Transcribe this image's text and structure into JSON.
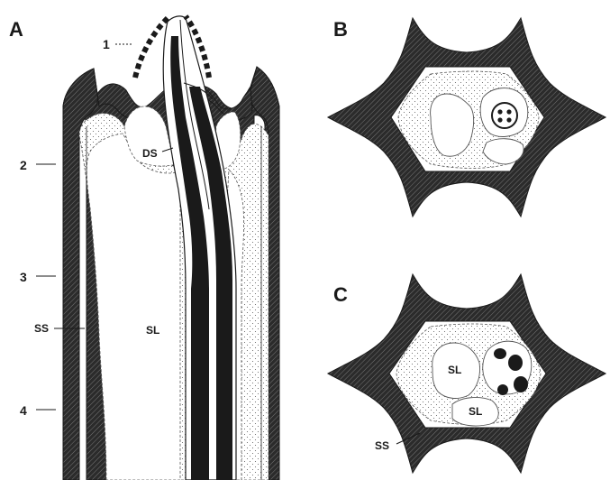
{
  "panels": {
    "a": {
      "letter": "A"
    },
    "b": {
      "letter": "B"
    },
    "c": {
      "letter": "C"
    }
  },
  "panel_a": {
    "region_labels": [
      "1",
      "2",
      "3",
      "4"
    ],
    "ds_label": "DS",
    "sl_label": "SL",
    "ss_label": "SS"
  },
  "panel_c": {
    "sl_label_upper": "SL",
    "sl_label_lower": "SL",
    "ss_label": "SS"
  },
  "colors": {
    "ink": "#1a1a1a",
    "sheath": "#2b2b2b",
    "background": "#ffffff"
  }
}
